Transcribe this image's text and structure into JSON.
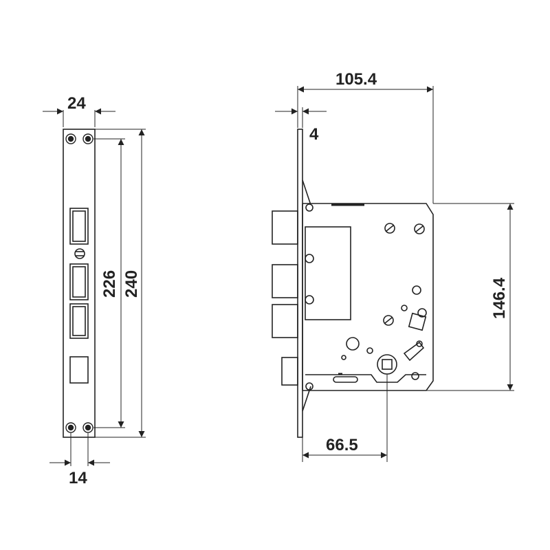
{
  "colors": {
    "line": "#222222",
    "background": "#ffffff"
  },
  "dimensions": {
    "faceplate_width": "24",
    "hole_spacing": "14",
    "hole_pitch": "226",
    "faceplate_length": "240",
    "case_depth": "105.4",
    "faceplate_thickness": "4",
    "backset": "66.5",
    "case_height": "146.4"
  }
}
